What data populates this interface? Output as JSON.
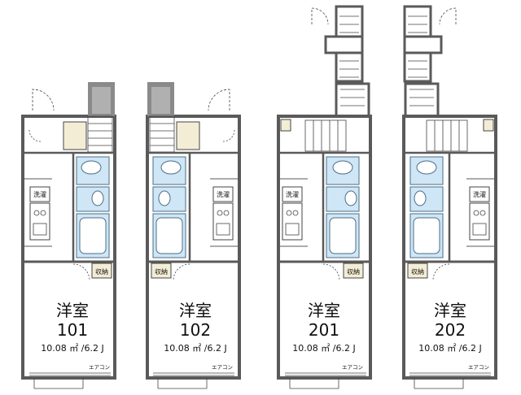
{
  "units": [
    {
      "id": "101",
      "room_type": "洋室",
      "room_number": "101",
      "area": "10.08 ㎡ /6.2 J",
      "storage_label": "収納",
      "washer_label": "洗濯",
      "aircon_label": "エアコン",
      "mirror": false,
      "floor": "ground"
    },
    {
      "id": "102",
      "room_type": "洋室",
      "room_number": "102",
      "area": "10.08 ㎡ /6.2 J",
      "storage_label": "収納",
      "washer_label": "洗濯",
      "aircon_label": "エアコン",
      "mirror": true,
      "floor": "ground"
    },
    {
      "id": "201",
      "room_type": "洋室",
      "room_number": "201",
      "area": "10.08 ㎡ /6.2 J",
      "storage_label": "収納",
      "washer_label": "洗濯",
      "aircon_label": "エアコン",
      "mirror": false,
      "floor": "upper"
    },
    {
      "id": "202",
      "room_type": "洋室",
      "room_number": "202",
      "area": "10.08 ㎡ /6.2 J",
      "storage_label": "収納",
      "washer_label": "洗濯",
      "aircon_label": "エアコン",
      "mirror": true,
      "floor": "upper"
    }
  ],
  "colors": {
    "wall": "#5a5a5a",
    "stair_fill": "#7a7a7a",
    "bath_fill": "#cfe6f7",
    "bath_stroke": "#4a6d85",
    "closet_fill": "#f4edd6",
    "thin_line": "#444444"
  }
}
